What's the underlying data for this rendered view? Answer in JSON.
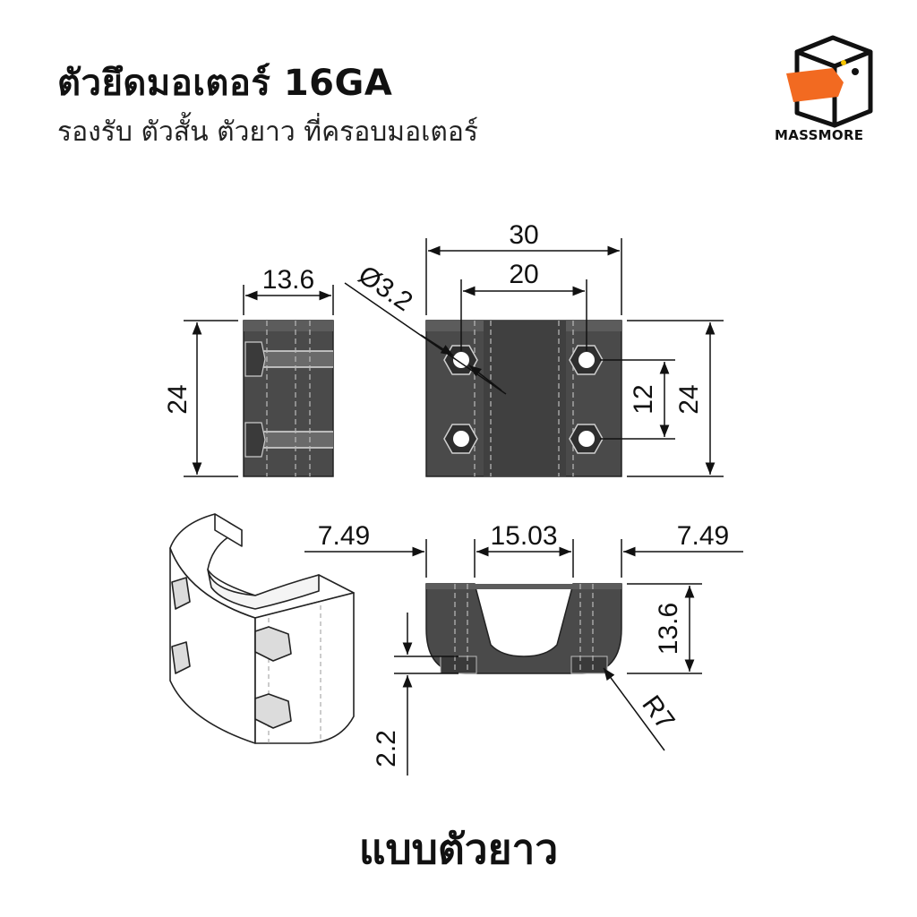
{
  "header": {
    "title": "ตัวยึดมอเตอร์ 16GA",
    "subtitle": "รองรับ ตัวสั้น ตัวยาว ที่ครอบมอเตอร์"
  },
  "brand": {
    "name": "MASSMORE",
    "logo_icon": "duck-box-icon",
    "accent_color": "#f26a21"
  },
  "dimensions": {
    "side_width": "13.6",
    "side_height": "24",
    "front_width": "30",
    "hole_spacing_h": "20",
    "hole_diameter": "Ø3.2",
    "hole_spacing_v": "12",
    "front_height": "24",
    "bottom_left": "7.49",
    "bottom_middle": "15.03",
    "bottom_right": "7.49",
    "bottom_height": "13.6",
    "bottom_thickness": "2.2",
    "bottom_radius": "R7"
  },
  "footer": {
    "label": "แบบตัวยาว"
  },
  "colors": {
    "part_fill": "#4a4a4a",
    "part_dark": "#2e2e2e",
    "line": "#111111"
  }
}
